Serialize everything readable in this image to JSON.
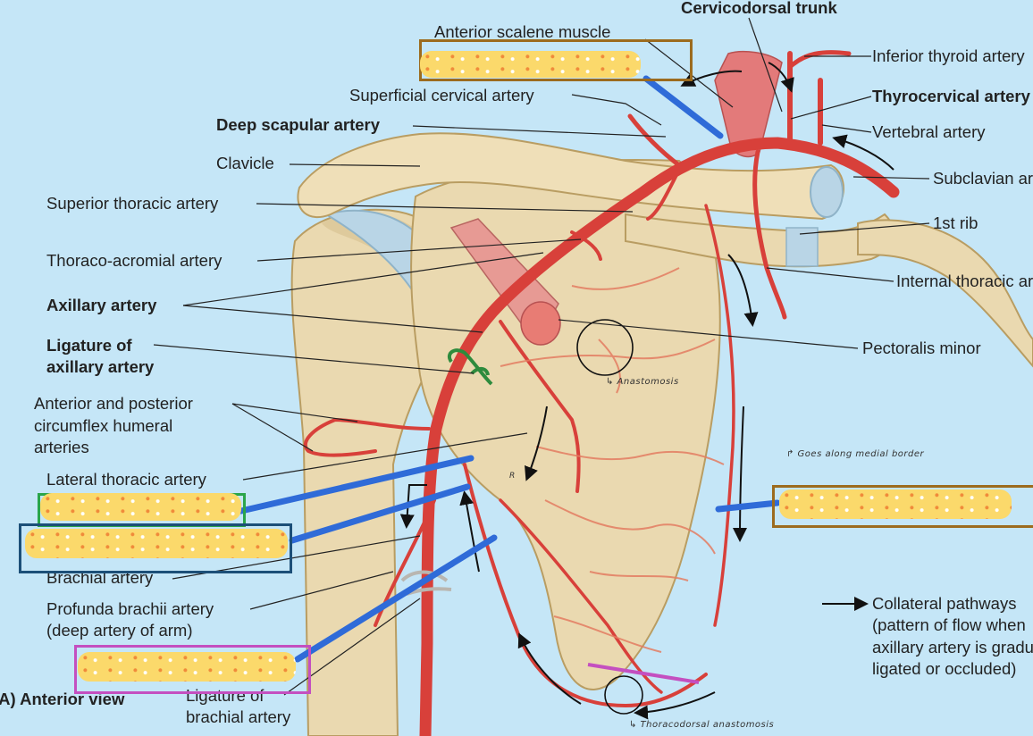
{
  "labels": {
    "cervicodorsal_trunk": "Cervicodorsal trunk",
    "anterior_scalene": "Anterior scalene muscle",
    "inferior_thyroid": "Inferior thyroid artery",
    "superficial_cervical": "Superficial cervical artery",
    "thyrocervical": "Thyrocervical artery",
    "deep_scapular": "Deep scapular artery",
    "vertebral": "Vertebral artery",
    "clavicle": "Clavicle",
    "subclavian": "Subclavian artery",
    "superior_thoracic": "Superior thoracic artery",
    "first_rib": "1st rib",
    "thoraco_acromial": "Thoraco-acromial artery",
    "internal_thoracic": "Internal thoracic artery",
    "axillary": "Axillary artery",
    "pectoralis_minor": "Pectoralis minor",
    "ligature_axillary_1": "Ligature of",
    "ligature_axillary_2": "axillary artery",
    "circumflex_1": "Anterior and posterior",
    "circumflex_2": "circumflex humeral",
    "circumflex_3": "arteries",
    "lateral_thoracic": "Lateral thoracic artery",
    "brachial": "Brachial artery",
    "profunda_1": "Profunda brachii artery",
    "profunda_2": "(deep artery of arm)",
    "collateral_1": "Collateral pathways",
    "collateral_2": "(pattern of flow when",
    "collateral_3": "axillary artery is gradually",
    "collateral_4": "ligated or occluded)",
    "view": "(A) Anterior view",
    "ligature_brachial_1": "Ligature of",
    "ligature_brachial_2": "brachial artery"
  },
  "annotations": {
    "anastomosis": "↳ Anastomosis",
    "medial_border": "↱ Goes along medial border",
    "thoracodorsal": "↳ Thoracodorsal anastomosis",
    "small_r": "R"
  },
  "colors": {
    "background": "#c5e6f7",
    "bone": "#ead9b0",
    "artery": "#d8403a",
    "box_brown": "#9c6b1e",
    "box_green": "#2aa54a",
    "box_navy": "#1c4f78",
    "box_magenta": "#c44fc0",
    "pointer_blue": "#2f6bd8"
  }
}
